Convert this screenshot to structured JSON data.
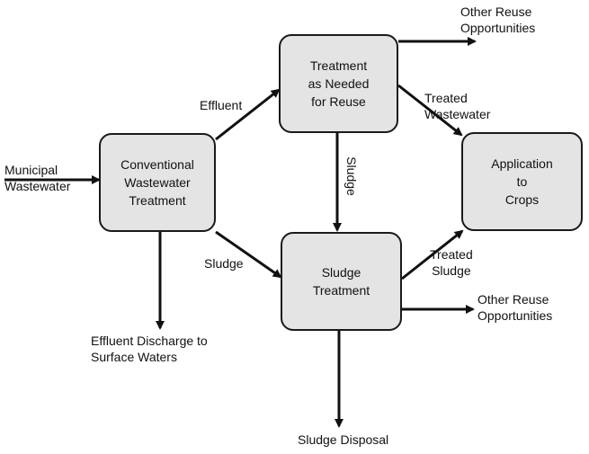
{
  "boxes": {
    "conventional": "Conventional\nWastewater\nTreatment",
    "treatment_reuse": "Treatment\nas Needed\nfor Reuse",
    "application": "Application\nto\nCrops",
    "sludge_treatment": "Sludge\nTreatment"
  },
  "labels": {
    "municipal": "Municipal\nWastewater",
    "effluent": "Effluent",
    "sludge_left": "Sludge",
    "sludge_vertical": "Sludge",
    "treated_wastewater": "Treated\nWastewater",
    "treated_sludge": "Treated\nSludge",
    "other_reuse_top": "Other Reuse\nOpportunities",
    "other_reuse_bottom": "Other Reuse\nOpportunities",
    "effluent_discharge": "Effluent Discharge to\nSurface Waters",
    "sludge_disposal": "Sludge Disposal"
  },
  "colors": {
    "box_fill": "#e4e4e4",
    "stroke": "#111111"
  }
}
